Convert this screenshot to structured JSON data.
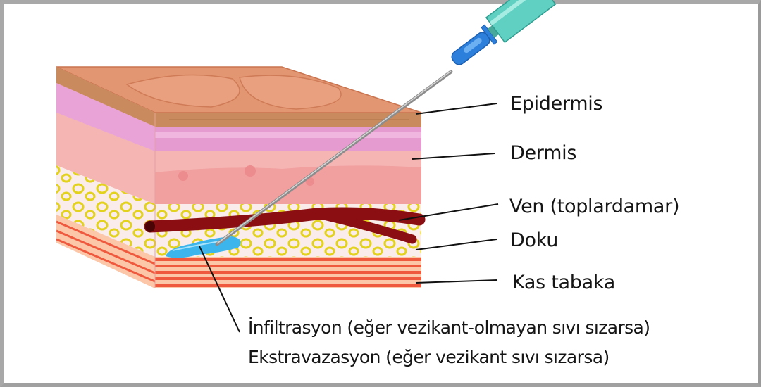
{
  "diagram": {
    "type": "anatomical-illustration",
    "subject": "Skin cross-section with IV needle showing fluid leaking into tissue",
    "labels": {
      "epidermis": "Epidermis",
      "dermis": "Dermis",
      "vein": "Ven (toplardamar)",
      "tissue": "Doku",
      "muscle": "Kas tabaka"
    },
    "caption": {
      "line1": "İnfiltrasyon (eğer vezikant-olmayan sıvı sızarsa)",
      "line2": "Ekstravazasyon (eğer vezikant sıvı sızarsa)"
    },
    "colors": {
      "frame": "#a8a8a8",
      "epidermis": "#c98b5e",
      "skin_top": "#e29572",
      "dermis_pink": "#e59ad0",
      "dermis": "#f4b0b0",
      "fat": "#fbeaea",
      "fat_cells": "#e5d624",
      "vein": "#8b0f12",
      "leak_fluid": "#3cb4ec",
      "muscle_stripe": "#ef5a3f",
      "muscle_light": "#fbc7a8",
      "needle_hub": "#2d7fdc",
      "syringe": "#5fd0c2",
      "needle": "#9a9a9a"
    }
  }
}
